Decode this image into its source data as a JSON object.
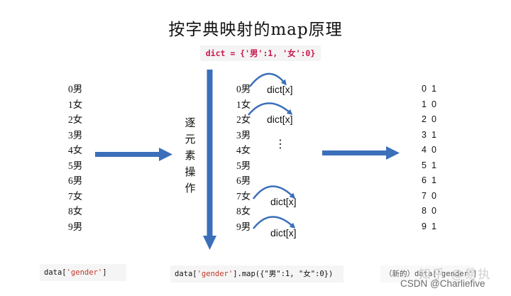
{
  "title": "按字典映射的map原理",
  "dict_literal": "dict = {'男':1, '女':0}",
  "left_rows": [
    "0男",
    "1女",
    "2女",
    "3男",
    "4女",
    "5男",
    "6男",
    "7女",
    "8女",
    "9男"
  ],
  "middle_rows": [
    "0男",
    "1女",
    "2女",
    "3男",
    "4女",
    "5男",
    "6男",
    "7女",
    "8女",
    "9男"
  ],
  "right_rows": [
    {
      "index": "0",
      "value": "1"
    },
    {
      "index": "1",
      "value": "0"
    },
    {
      "index": "2",
      "value": "0"
    },
    {
      "index": "3",
      "value": "1"
    },
    {
      "index": "4",
      "value": "0"
    },
    {
      "index": "5",
      "value": "1"
    },
    {
      "index": "6",
      "value": "1"
    },
    {
      "index": "7",
      "value": "0"
    },
    {
      "index": "8",
      "value": "0"
    },
    {
      "index": "9",
      "value": "1"
    }
  ],
  "vertical_label": [
    "逐",
    "元",
    "素",
    "操",
    "作"
  ],
  "lookup_label": "dict[x]",
  "vertical_dots": "⋮",
  "code": {
    "left_prefix": "data[",
    "left_key": "'gender'",
    "left_suffix": "]",
    "mid_prefix": "data[",
    "mid_key": "'gender'",
    "mid_suffix": "].map({\"男\":1, \"女\":0})",
    "right": "（新的）data['gender']"
  },
  "watermark": {
    "zhihu": "知乎 @易执",
    "csdn": "CSDN @Charliefive"
  },
  "colors": {
    "arrow": "#3b6fba",
    "dict_text": "#c8174b",
    "code_string": "#c0392b"
  }
}
